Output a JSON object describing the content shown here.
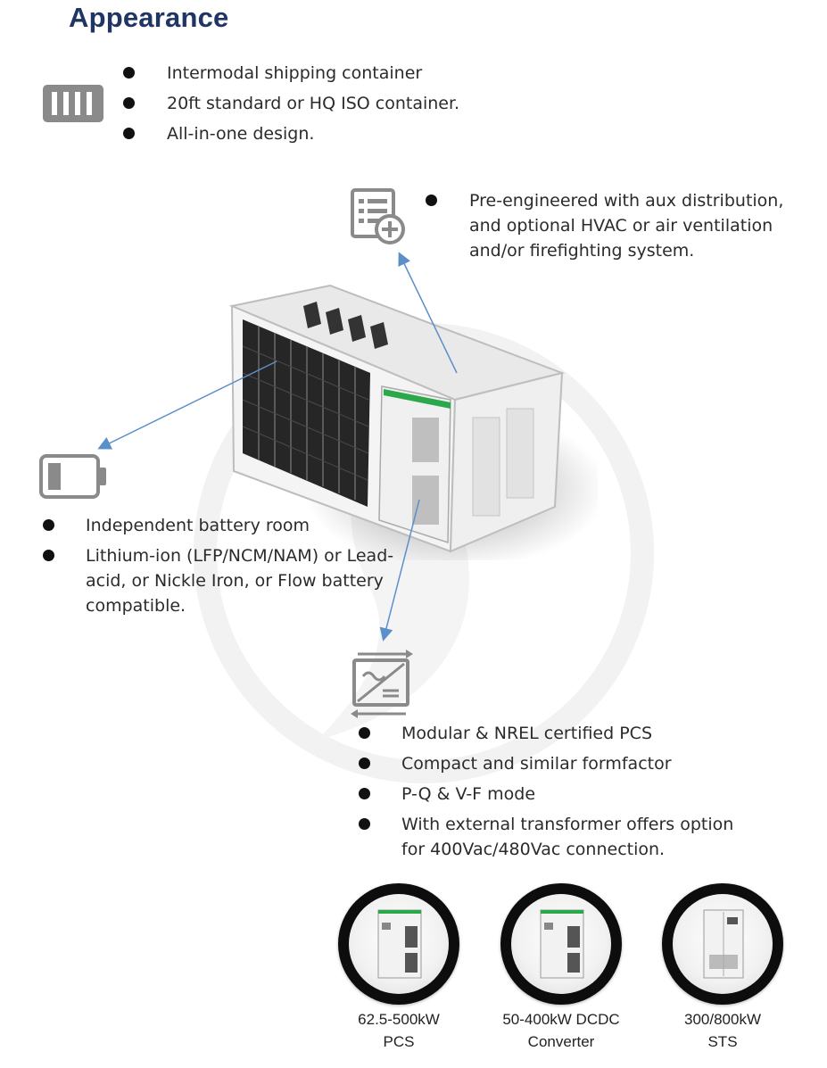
{
  "page": {
    "title": "Appearance"
  },
  "sections": {
    "container": {
      "icon": "shipping-container-icon",
      "items": [
        "Intermodal shipping container",
        "20ft standard or HQ ISO container.",
        "All-in-one design."
      ]
    },
    "distribution": {
      "icon": "document-plus-icon",
      "items": [
        "Pre-engineered with aux distribution,\nand optional HVAC or air ventilation\nand/or firefighting system."
      ]
    },
    "battery": {
      "icon": "battery-icon",
      "items": [
        "Independent battery room",
        "Lithium-ion (LFP/NCM/NAM) or Lead-\nacid, or Nickle Iron, or Flow battery\ncompatible."
      ]
    },
    "pcs": {
      "icon": "inverter-icon",
      "items": [
        "Modular & NREL certified PCS",
        "Compact and similar formfactor",
        "P-Q & V-F mode",
        "With external transformer offers option\nfor 400Vac/480Vac connection."
      ]
    }
  },
  "products": [
    {
      "line1": "62.5-500kW",
      "line2": "PCS"
    },
    {
      "line1": "50-400kW DCDC",
      "line2": "Converter"
    },
    {
      "line1": "300/800kW",
      "line2": "STS"
    }
  ],
  "colors": {
    "title": "#1f3563",
    "arrow": "#5b8fc9",
    "icon": "#8a8a8a",
    "accent": "#2aa84a"
  }
}
